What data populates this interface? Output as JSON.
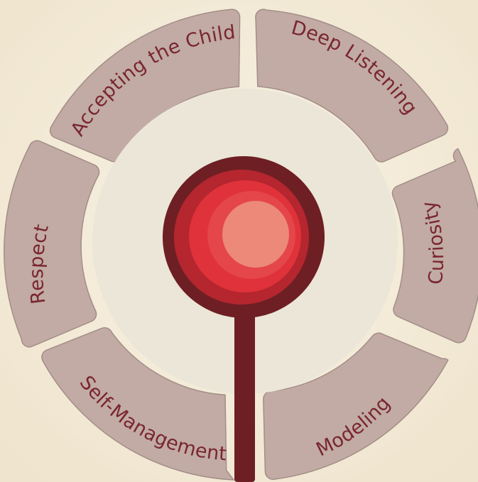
{
  "diagram": {
    "segments": [
      {
        "id": "accepting",
        "label": "Accepting the Child"
      },
      {
        "id": "deep-listening",
        "label": "Deep Listening"
      },
      {
        "id": "curiosity",
        "label": "Curiosity"
      },
      {
        "id": "modeling",
        "label": "Modeling"
      },
      {
        "id": "self-management",
        "label": "Self-Management"
      },
      {
        "id": "respect",
        "label": "Respect"
      }
    ],
    "colors": {
      "background": "#f5eedd",
      "segment_fill": "#c1aba4",
      "segment_shadow": "#a38e87",
      "label_text": "#7a2630",
      "inner_disc": "#ebe6d8",
      "spoon_outer": "#6e1f24",
      "ring_2": "#b5262f",
      "ring_3": "#e0323a",
      "ring_4": "#e4464a",
      "spoon_core": "#ec8978"
    }
  }
}
